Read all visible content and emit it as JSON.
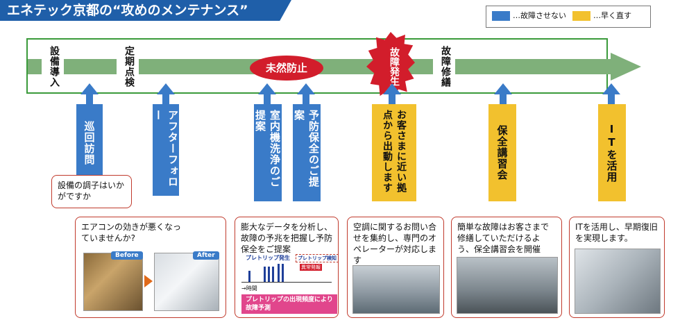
{
  "title": "エネテック京都の“攻めのメンテナンス”",
  "legend": {
    "items": [
      {
        "label": "…故障させない",
        "color": "#3a7bc8"
      },
      {
        "label": "…早く直す",
        "color": "#f2c12e"
      }
    ]
  },
  "timeline": {
    "stages": [
      "設備導入",
      "定期点検",
      "故障修繕"
    ],
    "highlight": "未然防止",
    "failure": "故障発生"
  },
  "pillars": [
    {
      "label": "巡回訪問",
      "type": "blue"
    },
    {
      "label": "アフターフォロー",
      "type": "blue"
    },
    {
      "label": "室内機洗浄のご提案",
      "type": "blue"
    },
    {
      "label": "予防保全のご提案",
      "type": "blue"
    },
    {
      "label": "お客さまに近い拠点から出動します",
      "type": "yellow"
    },
    {
      "label": "保全講習会",
      "type": "yellow"
    },
    {
      "label": "ITを活用",
      "type": "yellow"
    }
  ],
  "callouts": {
    "patrol": "設備の調子はいかがですか",
    "aircon": "エアコンの効きが悪くなっていませんか?",
    "data": "膨大なデータを分析し、故障の予兆を把握し予防保全をご提案",
    "dispatch": "空調に関するお問い合せを集約し、専門のオペレーターが対応します",
    "seminar": "簡単な故障はお客さまで修繕していただけるよう、保全講習会を開催",
    "it": "ITを活用し、早期復旧を実現します。"
  },
  "photo_labels": {
    "before": "Before",
    "after": "After"
  },
  "graph": {
    "label_pre": "プレトリップ発生",
    "label_detect": "プレトリップ検知",
    "label_abnormal": "異常発報",
    "axis": "→時間",
    "caption": "プレトリップの出現頻度により故障予測"
  }
}
